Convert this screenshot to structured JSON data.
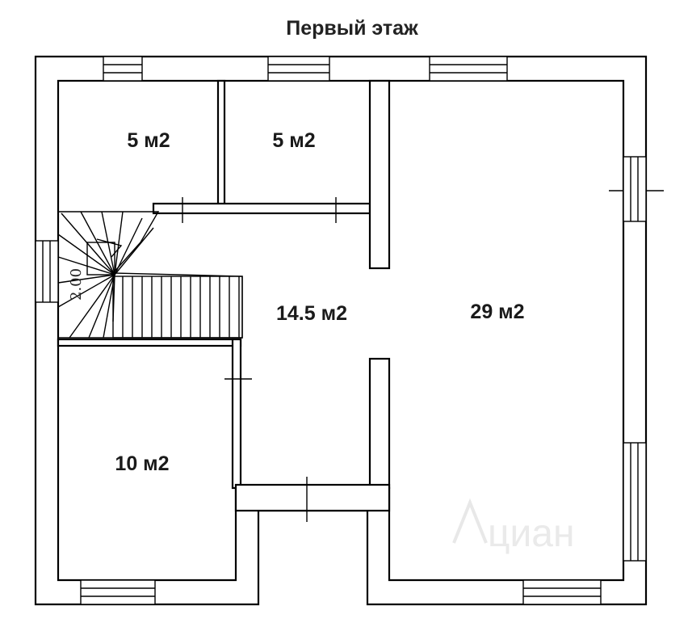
{
  "title": "Первый этаж",
  "rooms": [
    {
      "id": "storage-left",
      "label": "5 м2"
    },
    {
      "id": "storage-right",
      "label": "5 м2"
    },
    {
      "id": "hall",
      "label": "14.5 м2"
    },
    {
      "id": "living",
      "label": "29 м2"
    },
    {
      "id": "bedroom",
      "label": "10 м2"
    }
  ],
  "stair_height_label": "2.00",
  "watermark": "циан"
}
